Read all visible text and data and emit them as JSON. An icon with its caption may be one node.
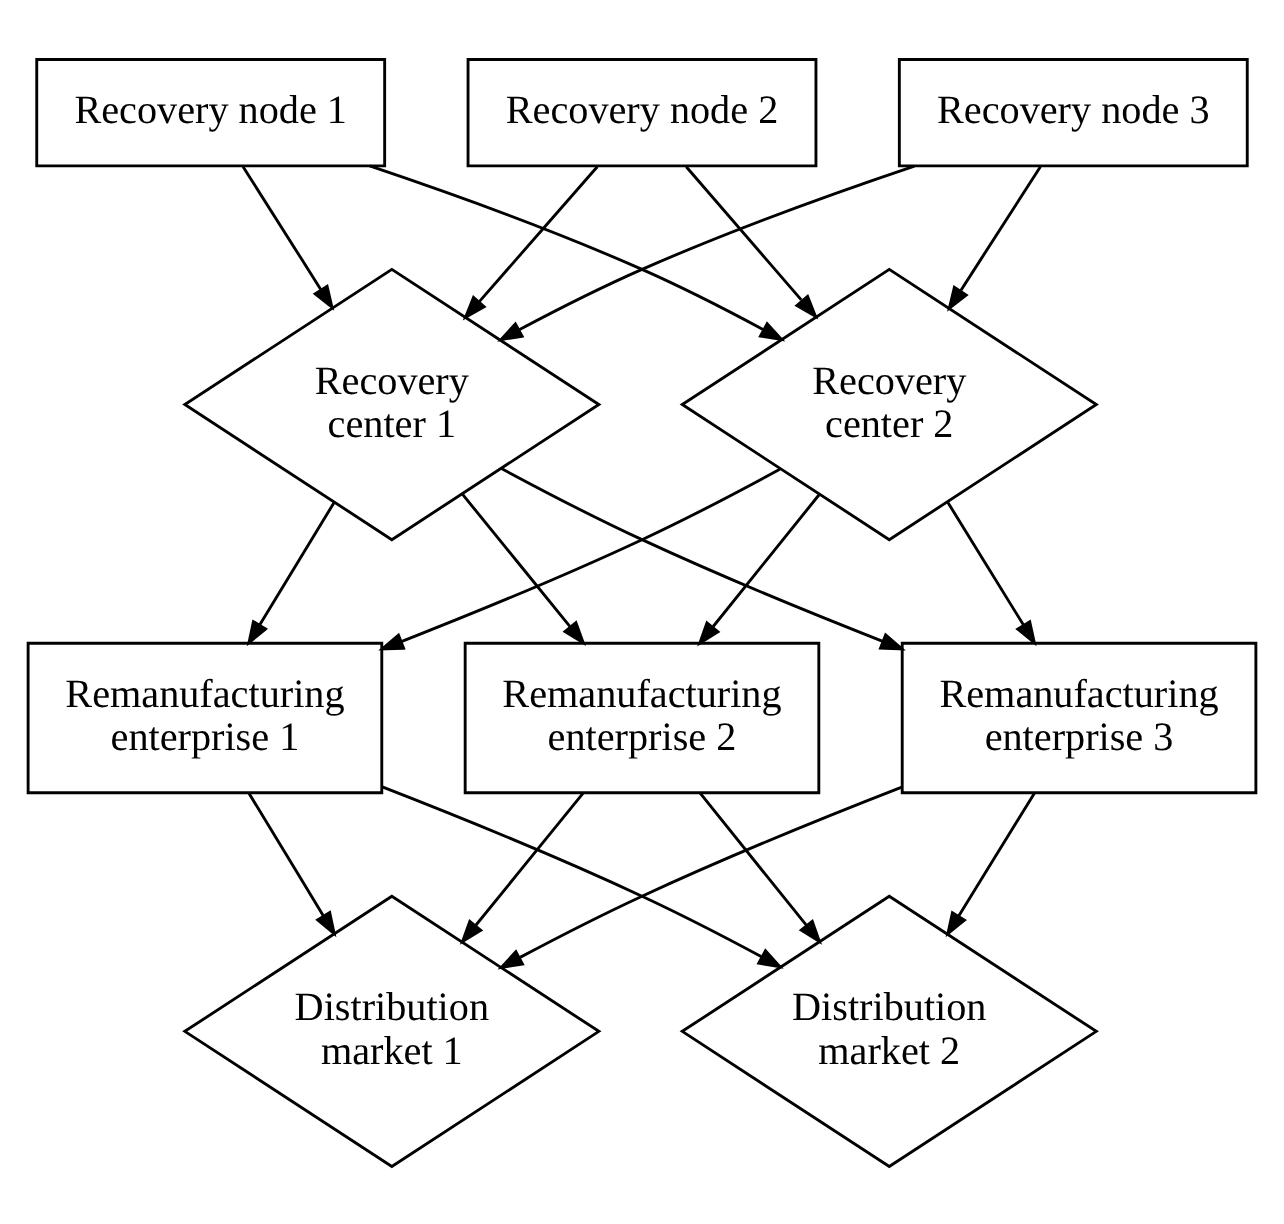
{
  "diagram": {
    "nodes": [
      {
        "text": [
          "Recovery node 1"
        ]
      },
      {
        "text": [
          "Recovery node 2"
        ]
      },
      {
        "text": [
          "Recovery node 3"
        ]
      },
      {
        "text": [
          "Recovery center 1"
        ]
      },
      {
        "text": [
          "Recovery center 2"
        ]
      },
      {
        "text": [
          "Remanufacturing enterprise 1"
        ]
      },
      {
        "text": [
          "Remanufacturing enterprise 2"
        ]
      },
      {
        "text": [
          "Remanufacturing enterprise 3"
        ]
      },
      {
        "text": [
          "Distribution market 1"
        ]
      },
      {
        "text": [
          "Distribution market 2"
        ]
      }
    ],
    "edges": [
      {
        "from": 0,
        "to": 3,
        "arrow": "to"
      },
      {
        "from": 0,
        "to": 4,
        "arrow": "to"
      },
      {
        "from": 1,
        "to": 3,
        "arrow": "to"
      },
      {
        "from": 1,
        "to": 4,
        "arrow": "to"
      },
      {
        "from": 2,
        "to": 3,
        "arrow": "to"
      },
      {
        "from": 2,
        "to": 4,
        "arrow": "to"
      },
      {
        "from": 3,
        "to": 5,
        "arrow": "to"
      },
      {
        "from": 3,
        "to": 6,
        "arrow": "to"
      },
      {
        "from": 3,
        "to": 7,
        "arrow": "to"
      },
      {
        "from": 4,
        "to": 5,
        "arrow": "to"
      },
      {
        "from": 4,
        "to": 6,
        "arrow": "to"
      },
      {
        "from": 4,
        "to": 7,
        "arrow": "to"
      },
      {
        "from": 5,
        "to": 8,
        "arrow": "to"
      },
      {
        "from": 5,
        "to": 9,
        "arrow": "to"
      },
      {
        "from": 6,
        "to": 8,
        "arrow": "to"
      },
      {
        "from": 6,
        "to": 9,
        "arrow": "to"
      },
      {
        "from": 7,
        "to": 8,
        "arrow": "to"
      },
      {
        "from": 7,
        "to": 9,
        "arrow": "to"
      }
    ]
  }
}
